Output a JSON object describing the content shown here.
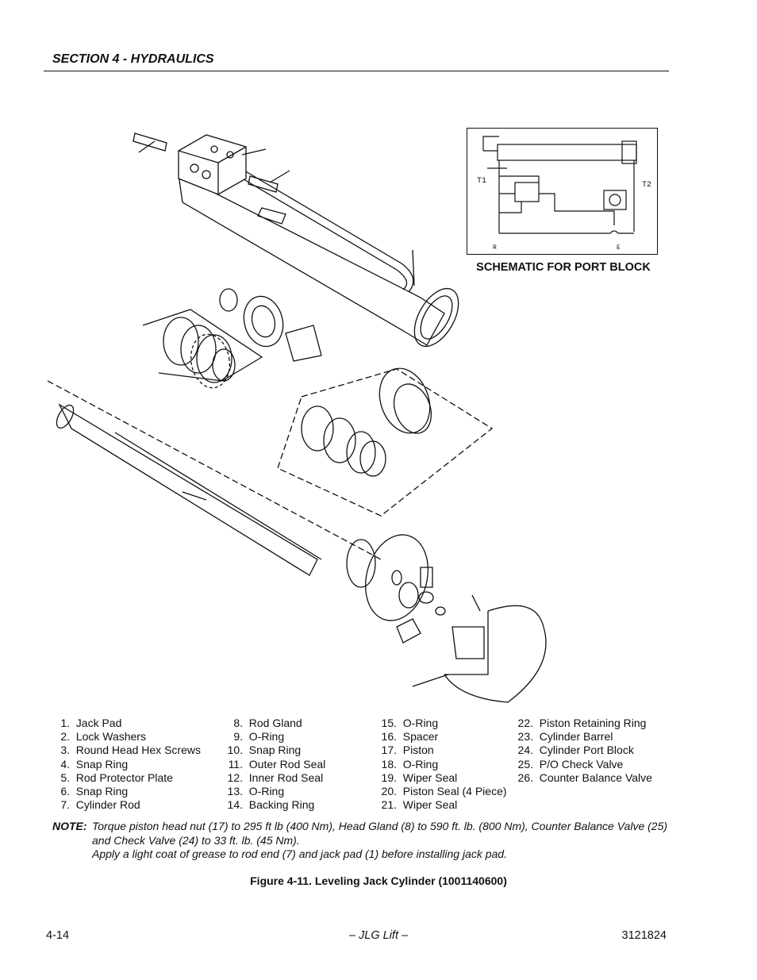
{
  "header": {
    "section": "SECTION 4 - HYDRAULICS"
  },
  "schematic": {
    "title": "SCHEMATIC FOR PORT BLOCK",
    "labels": {
      "t1": "T1",
      "t2": "T2",
      "r": "R",
      "e": "E"
    }
  },
  "parts": [
    [
      "1.",
      "Jack Pad"
    ],
    [
      "2.",
      "Lock Washers"
    ],
    [
      "3.",
      "Round Head Hex Screws"
    ],
    [
      "4.",
      "Snap Ring"
    ],
    [
      "5.",
      "Rod Protector Plate"
    ],
    [
      "6.",
      "Snap Ring"
    ],
    [
      "7.",
      "Cylinder Rod"
    ],
    [
      "8.",
      "Rod Gland"
    ],
    [
      "9.",
      "O-Ring"
    ],
    [
      "10.",
      "Snap Ring"
    ],
    [
      "11.",
      "Outer Rod Seal"
    ],
    [
      "12.",
      "Inner Rod Seal"
    ],
    [
      "13.",
      "O-Ring"
    ],
    [
      "14.",
      "Backing Ring"
    ],
    [
      "15.",
      "O-Ring"
    ],
    [
      "16.",
      "Spacer"
    ],
    [
      "17.",
      "Piston"
    ],
    [
      "18.",
      "O-Ring"
    ],
    [
      "19.",
      "Wiper Seal"
    ],
    [
      "20.",
      "Piston Seal (4 Piece)"
    ],
    [
      "21.",
      "Wiper Seal"
    ],
    [
      "22.",
      "Piston Retaining Ring"
    ],
    [
      "23.",
      "Cylinder Barrel"
    ],
    [
      "24.",
      "Cylinder Port Block"
    ],
    [
      "25.",
      "P/O Check Valve"
    ],
    [
      "26.",
      "Counter Balance Valve"
    ]
  ],
  "note": {
    "label": "NOTE:",
    "line1": "Torque piston head nut (17) to 295 ft lb (400 Nm), Head Gland (8) to 590 ft. lb. (800 Nm), Counter Balance Valve (25) and Check Valve (24) to 33 ft. lb. (45 Nm).",
    "line2": "Apply a light coat of grease to rod end (7) and jack pad (1) before installing jack pad."
  },
  "figure_caption": "Figure 4-11. Leveling Jack Cylinder (1001140600)",
  "footer": {
    "page": "4-14",
    "center": "– JLG Lift –",
    "doc_number": "3121824"
  }
}
